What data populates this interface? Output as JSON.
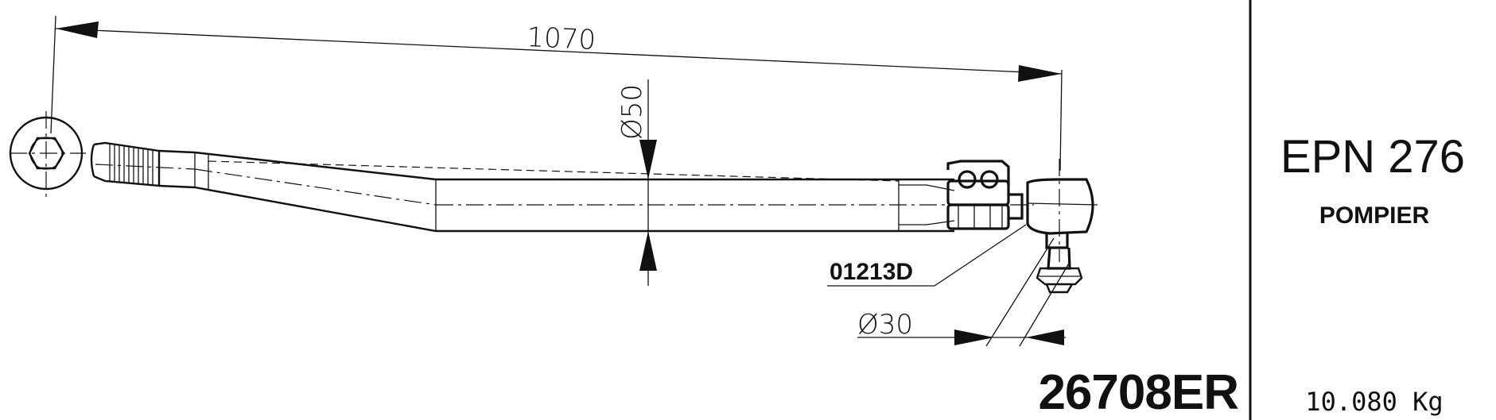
{
  "dimensions": {
    "length": "1070",
    "tube_diameter": "Ø50",
    "ball_stud_diameter": "Ø30"
  },
  "clamp_part_number": "01213D",
  "part_number": "26708ER",
  "application": {
    "code": "EPN 276",
    "name": "POMPIER"
  },
  "weight": "10.080 Kg"
}
